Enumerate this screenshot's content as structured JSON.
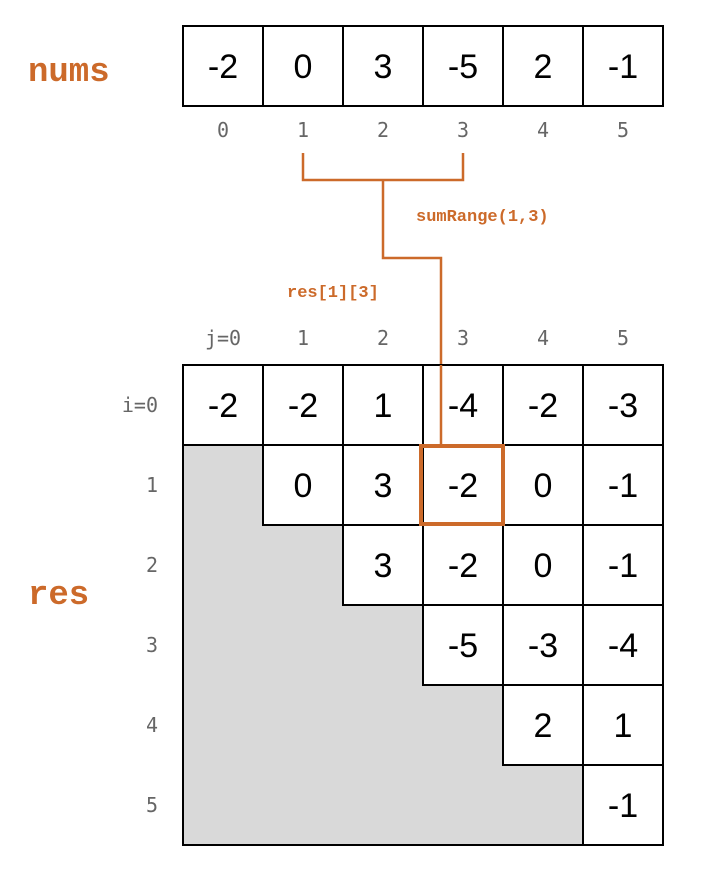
{
  "labels": {
    "nums": "nums",
    "res": "res",
    "call": "sumRange(1,3)",
    "ref": "res[1][3]"
  },
  "nums": {
    "values": [
      "-2",
      "0",
      "3",
      "-5",
      "2",
      "-1"
    ],
    "indices": [
      "0",
      "1",
      "2",
      "3",
      "4",
      "5"
    ]
  },
  "res": {
    "col_labels": [
      "j=0",
      "1",
      "2",
      "3",
      "4",
      "5"
    ],
    "row_labels": [
      "i=0",
      "1",
      "2",
      "3",
      "4",
      "5"
    ],
    "rows": [
      [
        "-2",
        "-2",
        "1",
        "-4",
        "-2",
        "-3"
      ],
      [
        "",
        "0",
        "3",
        "-2",
        "0",
        "-1"
      ],
      [
        "",
        "",
        "3",
        "-2",
        "0",
        "-1"
      ],
      [
        "",
        "",
        "",
        "-5",
        "-3",
        "-4"
      ],
      [
        "",
        "",
        "",
        "",
        "2",
        "1"
      ],
      [
        "",
        "",
        "",
        "",
        "",
        "-1"
      ]
    ]
  },
  "highlight": {
    "range": [
      1,
      3
    ],
    "cell": [
      1,
      3
    ]
  },
  "colors": {
    "accent": "#cc6a2a",
    "grid": "#000000",
    "empty_fill": "#d9d9d9",
    "index_text": "#666666"
  }
}
